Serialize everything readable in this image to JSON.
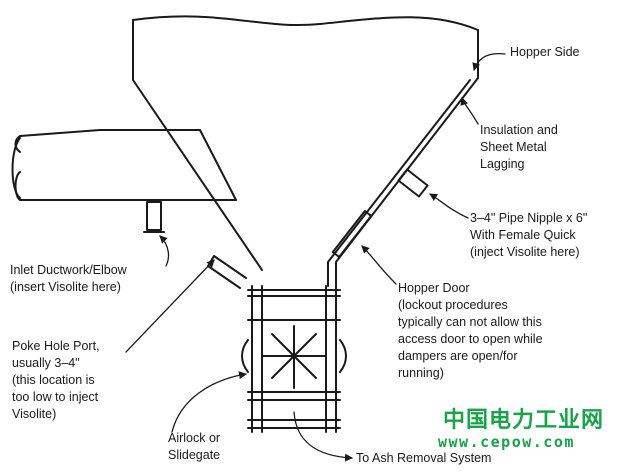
{
  "labels": {
    "hopper_side": "Hopper Side",
    "insulation": [
      "Insulation and",
      "Sheet Metal",
      "Lagging"
    ],
    "pipe_nipple": [
      "3–4\" Pipe Nipple x 6\"",
      "With Female Quick",
      "(inject Visolite here)"
    ],
    "inlet": [
      "Inlet Ductwork/Elbow",
      "(insert Visolite here)"
    ],
    "hopper_door": [
      "Hopper Door",
      "(lockout procedures",
      "typically can not allow this",
      "access door to open while",
      "dampers are open/for",
      "running)"
    ],
    "poke_hole": [
      "Poke Hole Port,",
      "usually 3–4\"",
      "(this location is",
      "too low to inject",
      "Visolite)"
    ],
    "airlock": [
      "Airlock or",
      "Slidegate"
    ],
    "ash_removal": "To Ash Removal System"
  },
  "watermark": {
    "cn": "中国电力工业网",
    "url": "www.cepow.com",
    "color": "#1aa34a"
  },
  "colors": {
    "line": "#1a1a1a"
  }
}
